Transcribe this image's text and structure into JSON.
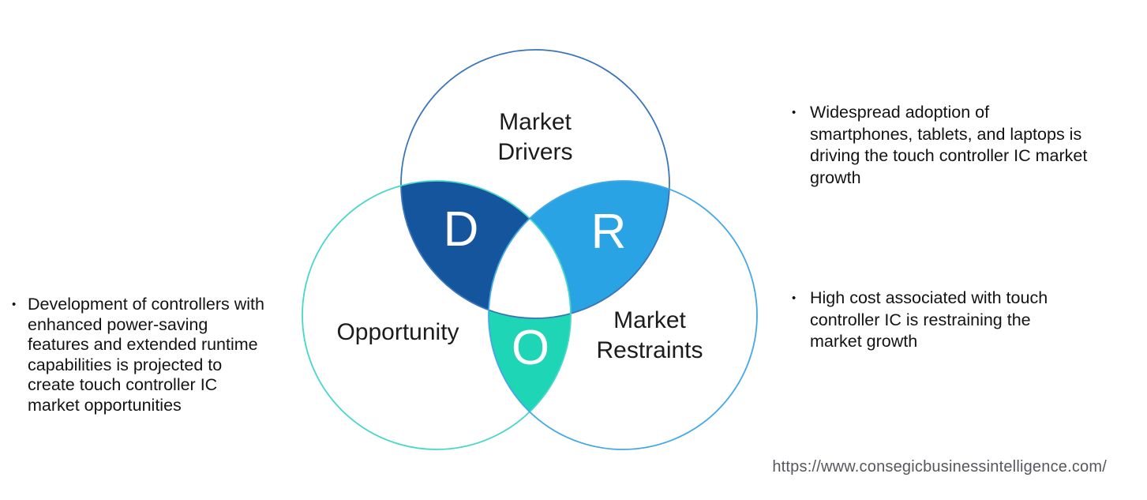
{
  "venn": {
    "drivers": {
      "label": "Market\nDrivers",
      "letter": "D",
      "overlap_fill": "#15559E",
      "stroke": "#3A75B7"
    },
    "opportunity": {
      "label": "Opportunity",
      "letter": "O",
      "overlap_fill": "#1ED5B6",
      "stroke": "#46D7CA"
    },
    "restraints": {
      "label": "Market\nRestraints",
      "letter": "R",
      "overlap_fill": "#29A3E3",
      "stroke": "#43A8E8"
    }
  },
  "colors": {
    "background": "#FFFFFF",
    "label_text": "#1C1C1C",
    "note_text": "#131313",
    "url_text": "#55585C"
  },
  "notes": {
    "opportunity": {
      "bullet": "•",
      "text": "Development of controllers with\nenhanced power-saving\nfeatures and extended runtime\ncapabilities is projected to\ncreate touch controller IC\nmarket opportunities"
    },
    "drivers": {
      "bullet": "•",
      "text": "Widespread adoption of\nsmartphones, tablets, and laptops is\ndriving the touch controller IC market\ngrowth"
    },
    "restraints": {
      "bullet": "•",
      "text": "High cost associated with touch\ncontroller IC is restraining the\nmarket growth"
    }
  },
  "footer": {
    "url": "https://www.consegicbusinessintelligence.com/"
  }
}
